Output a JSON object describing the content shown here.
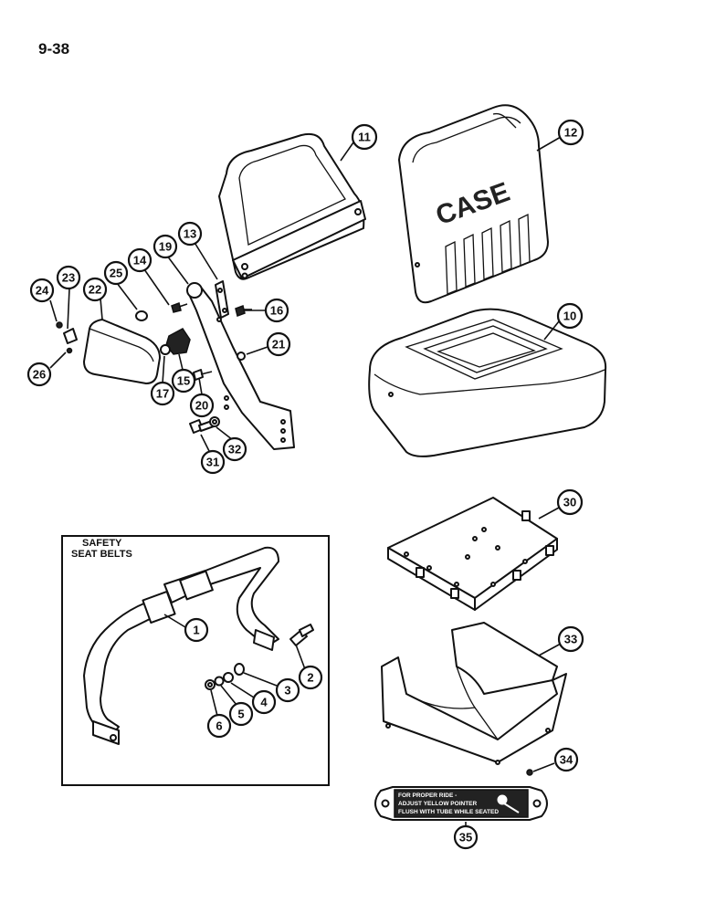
{
  "page_number": "9-38",
  "callouts": {
    "c1": "1",
    "c2": "2",
    "c3": "3",
    "c4": "4",
    "c5": "5",
    "c6": "6",
    "c10": "10",
    "c11": "11",
    "c12": "12",
    "c13": "13",
    "c14": "14",
    "c15": "15",
    "c16": "16",
    "c17": "17",
    "c19": "19",
    "c20": "20",
    "c21": "21",
    "c22": "22",
    "c23": "23",
    "c24": "24",
    "c25": "25",
    "c26": "26",
    "c30": "30",
    "c31": "31",
    "c32": "32",
    "c33": "33",
    "c34": "34",
    "c35": "35"
  },
  "inset": {
    "title_line1": "SAFETY",
    "title_line2": "SEAT BELTS"
  },
  "decal": {
    "line1": "FOR PROPER RIDE -",
    "line2": "ADJUST YELLOW POINTER",
    "line3": "FLUSH WITH TUBE WHILE SEATED"
  },
  "brand_logo": "CASE"
}
